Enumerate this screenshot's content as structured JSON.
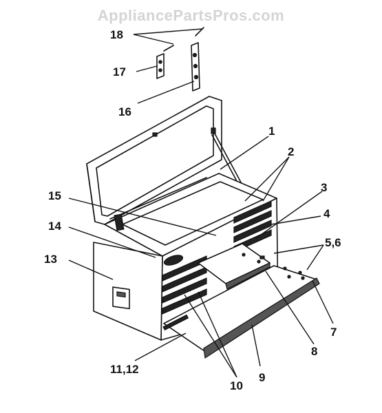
{
  "watermark": "AppliancePartsPros.com",
  "callouts": [
    {
      "id": "18",
      "label": "18"
    },
    {
      "id": "17",
      "label": "17"
    },
    {
      "id": "16",
      "label": "16"
    },
    {
      "id": "1",
      "label": "1"
    },
    {
      "id": "2",
      "label": "2"
    },
    {
      "id": "3",
      "label": "3"
    },
    {
      "id": "4",
      "label": "4"
    },
    {
      "id": "5-6",
      "label": "5,6"
    },
    {
      "id": "15",
      "label": "15"
    },
    {
      "id": "14",
      "label": "14"
    },
    {
      "id": "13",
      "label": "13"
    },
    {
      "id": "7",
      "label": "7"
    },
    {
      "id": "8",
      "label": "8"
    },
    {
      "id": "9",
      "label": "9"
    },
    {
      "id": "10",
      "label": "10"
    },
    {
      "id": "11-12",
      "label": "11,12"
    }
  ]
}
